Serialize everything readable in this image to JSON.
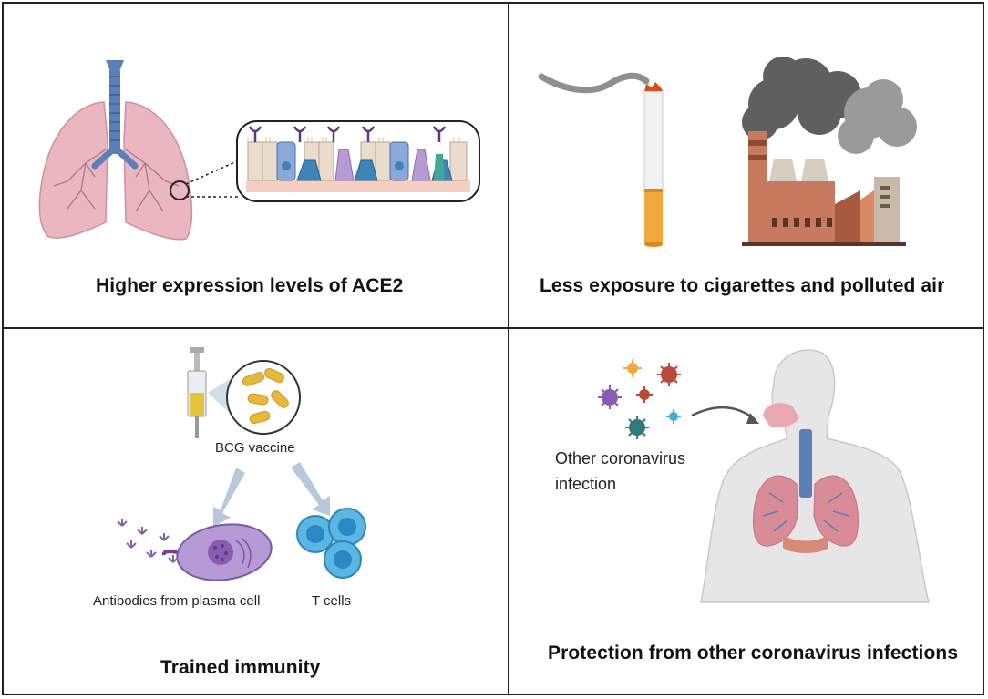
{
  "panels": {
    "ace2": {
      "caption": "Higher expression levels of ACE2"
    },
    "exposure": {
      "caption": "Less exposure to cigarettes and polluted air"
    },
    "immunity": {
      "caption": "Trained  immunity",
      "vaccine_label": "BCG vaccine",
      "antibodies_label": "Antibodies from plasma cell",
      "tcells_label": "T cells"
    },
    "protection": {
      "caption": "Protection from other coronavirus infections",
      "infection_label_line1": "Other coronavirus",
      "infection_label_line2": "infection"
    }
  },
  "colors": {
    "border": "#222222",
    "lung": "#e8b4bd",
    "trachea": "#5b7fb8",
    "cell_beige": "#e9dccd",
    "cell_blue": "#3e84b8",
    "cell_purple": "#b79ad4",
    "receptor": "#5a3a7a",
    "smoke": "#6f6f6f",
    "factory_brick": "#c87a5e",
    "cigarette_filter": "#f0a93a",
    "bacteria": "#e6b93a",
    "tcell": "#4aa8d8",
    "plasma_cell": "#8a5cb0",
    "arrow_light": "#b8c8dc"
  },
  "icons": [
    "lungs-icon",
    "airway-epithelium-icon",
    "cigarette-icon",
    "factory-icon",
    "syringe-icon",
    "bacteria-icon",
    "plasma-cell-icon",
    "antibody-icon",
    "t-cell-icon",
    "virus-icon",
    "human-respiratory-icon"
  ]
}
